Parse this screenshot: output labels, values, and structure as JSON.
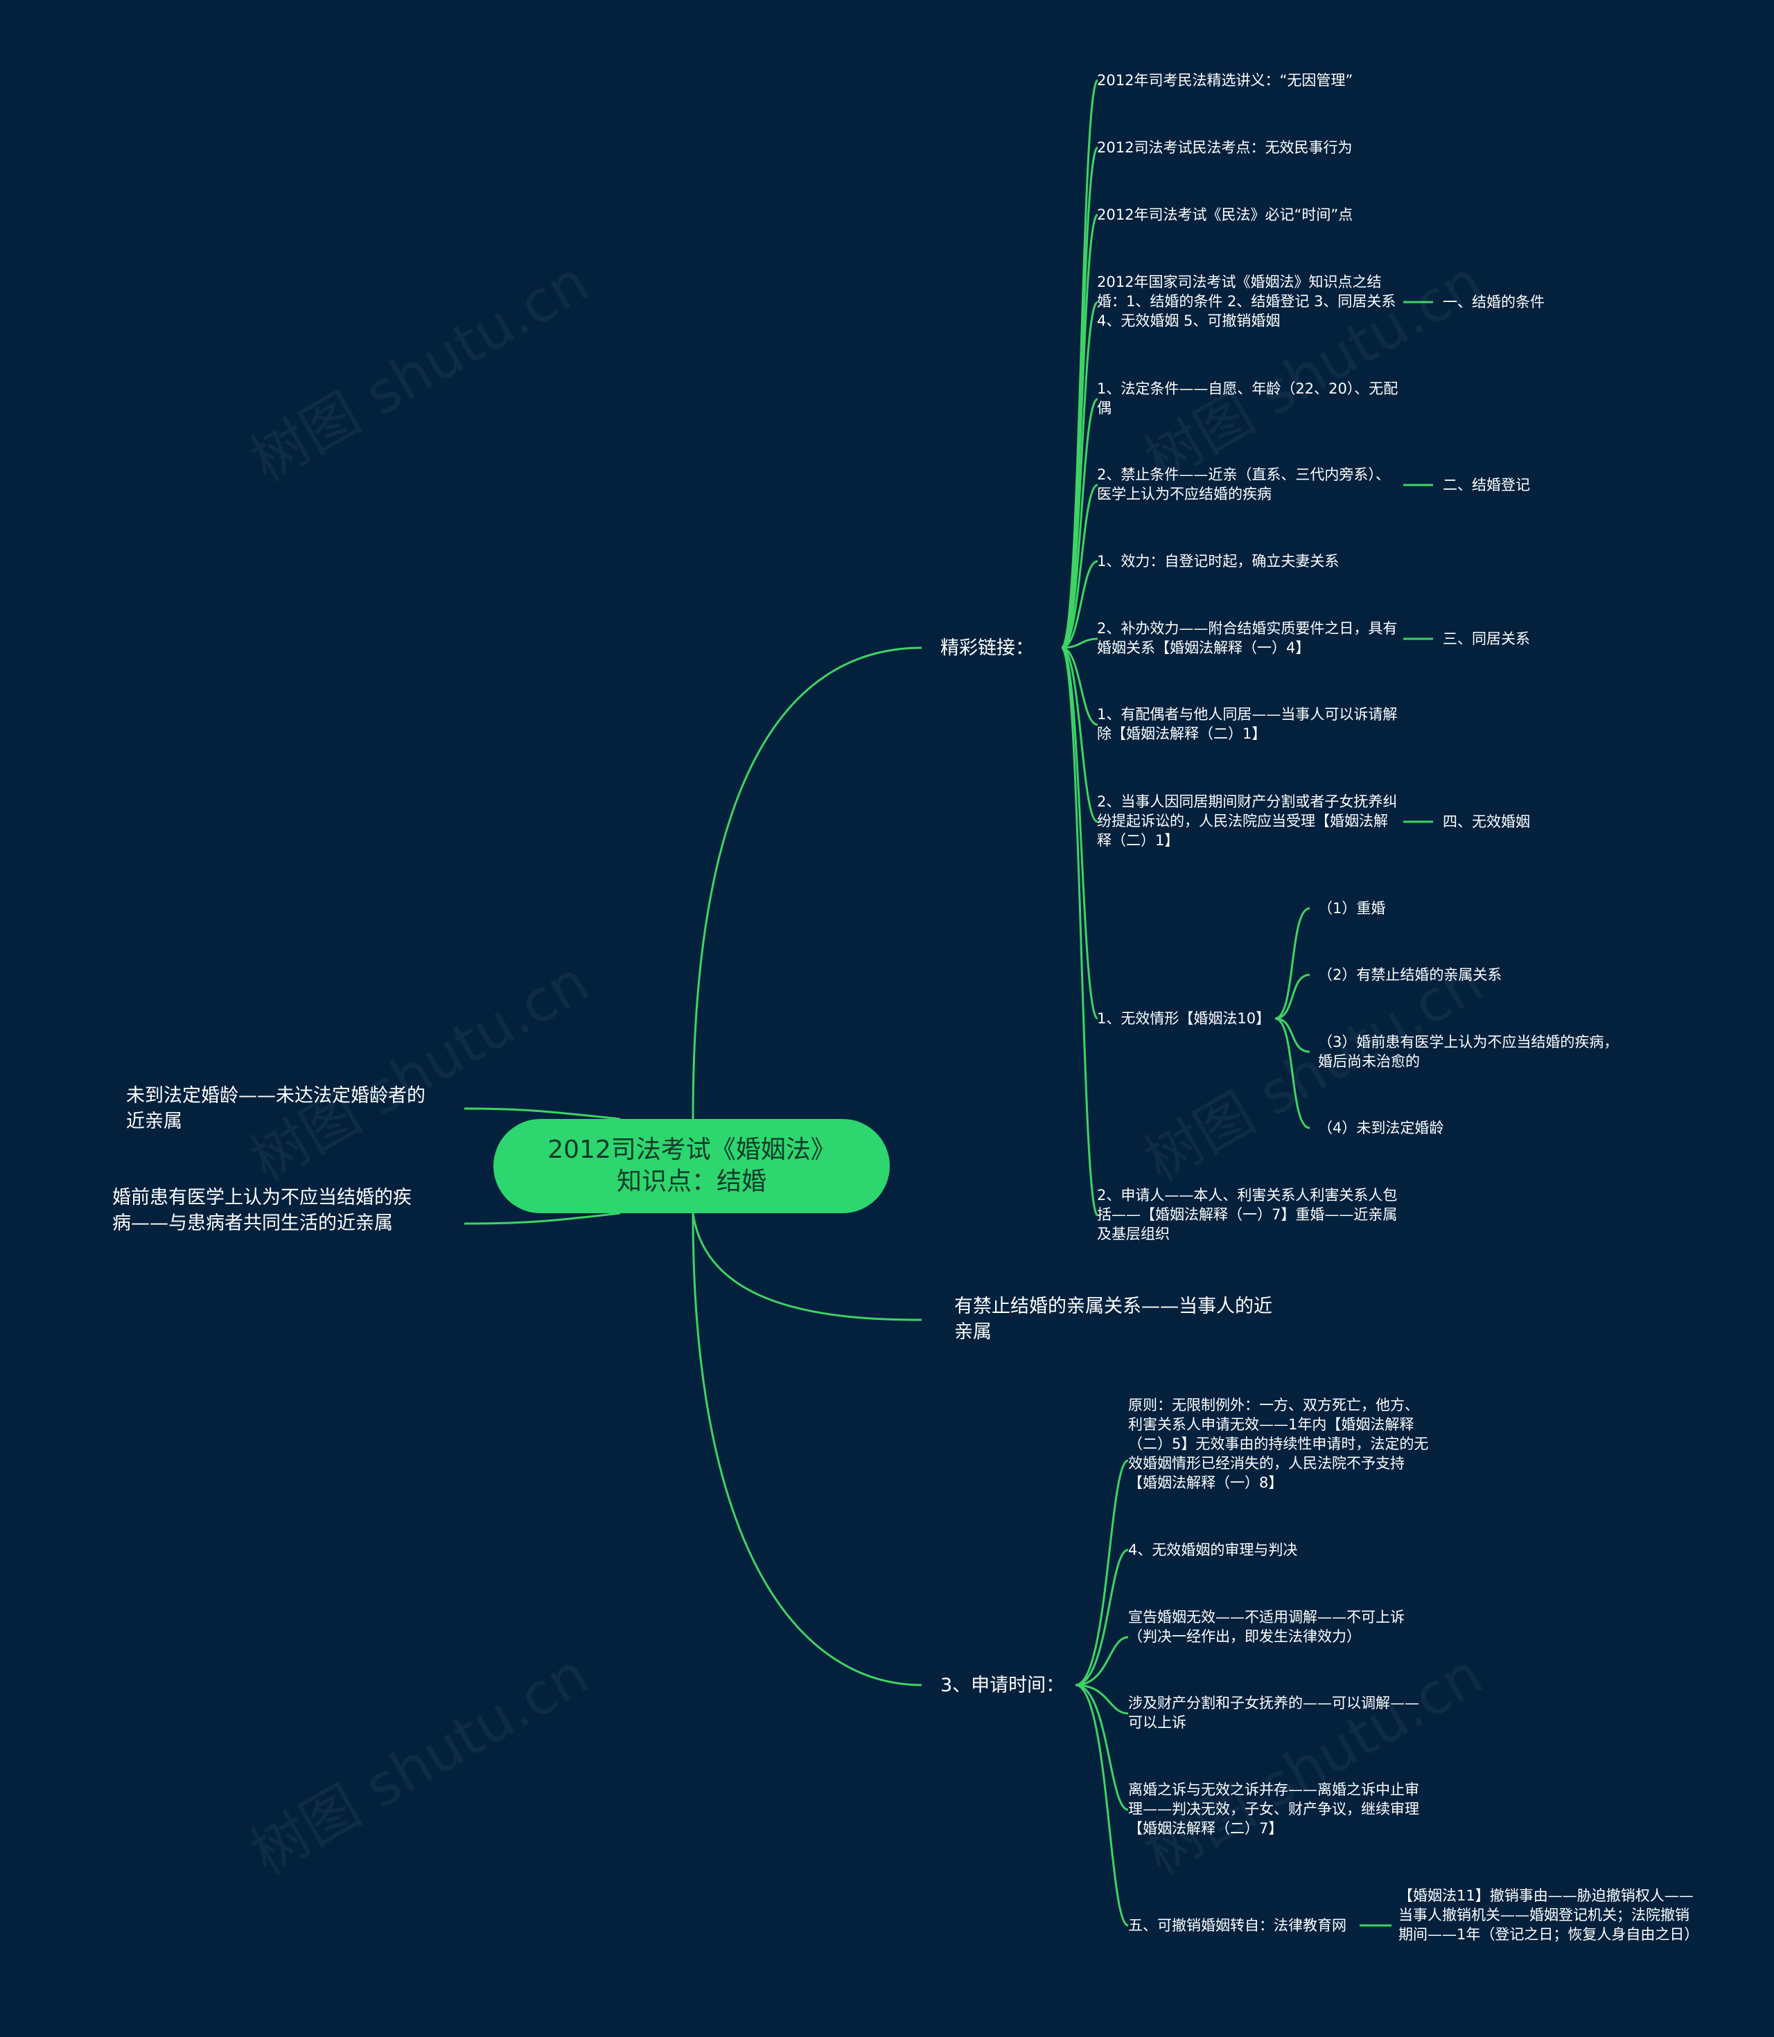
{
  "root": {
    "title": "2012司法考试《婚姻法》\n知识点：结婚"
  },
  "left": [
    "未到法定婚龄——未达法定婚龄者的近亲属",
    "婚前患有医学上认为不应当结婚的疾病——与患病者共同生活的近亲属"
  ],
  "b1": {
    "label": "精彩链接：",
    "children": [
      "2012年司考民法精选讲义：“无因管理”",
      "2012司法考试民法考点：无效民事行为",
      "2012年司法考试《民法》必记“时间”点",
      "2012年国家司法考试《婚姻法》知识点之结婚：1、结婚的条件  2、结婚登记  3、同居关系  4、无效婚姻  5、可撤销婚姻",
      "1、法定条件——自愿、年龄（22、20）、无配偶",
      "2、禁止条件——近亲（直系、三代内旁系）、医学上认为不应结婚的疾病",
      "1、效力：自登记时起，确立夫妻关系",
      "2、补办效力——附合结婚实质要件之日，具有婚姻关系【婚姻法解释（一）4】",
      "1、有配偶者与他人同居——当事人可以诉请解除【婚姻法解释（二）1】",
      "2、当事人因同居期间财产分割或者子女抚养纠纷提起诉讼的，人民法院应当受理【婚姻法解释（二）1】",
      "1、无效情形【婚姻法10】",
      "2、申请人——本人、利害关系人利害关系人包括——【婚姻法解释（一）7】重婚——近亲属及基层组织"
    ],
    "tags": [
      "一、结婚的条件",
      "二、结婚登记",
      "三、同居关系",
      "四、无效婚姻"
    ],
    "sub": [
      "（1）重婚",
      "（2）有禁止结婚的亲属关系",
      "（3）婚前患有医学上认为不应当结婚的疾病，婚后尚未治愈的",
      "（4）未到法定婚龄"
    ]
  },
  "b2": {
    "label": "有禁止结婚的亲属关系——当事人的近亲属"
  },
  "b3": {
    "label": "3、申请时间：",
    "children": [
      "原则：无限制例外：一方、双方死亡，他方、利害关系人申请无效——1年内【婚姻法解释（二）5】无效事由的持续性申请时，法定的无效婚姻情形已经消失的，人民法院不予支持【婚姻法解释（一）8】",
      "4、无效婚姻的审理与判决",
      "宣告婚姻无效——不适用调解——不可上诉（判决一经作出，即发生法律效力）",
      "涉及财产分割和子女抚养的——可以调解——可以上诉",
      "离婚之诉与无效之诉并存——离婚之诉中止审理——判决无效，子女、财产争议，继续审理【婚姻法解释（二）7】",
      "五、可撤销婚姻转自：法律教育网"
    ],
    "tail": "【婚姻法11】撤销事由——胁迫撤销权人——当事人撤销机关——婚姻登记机关；法院撤销期间——1年（登记之日；恢复人身自由之日）"
  },
  "watermark": "树图 shutu.cn",
  "colors": {
    "background": "#03213d",
    "line": "#3ed364",
    "root": "#2dd66e"
  }
}
